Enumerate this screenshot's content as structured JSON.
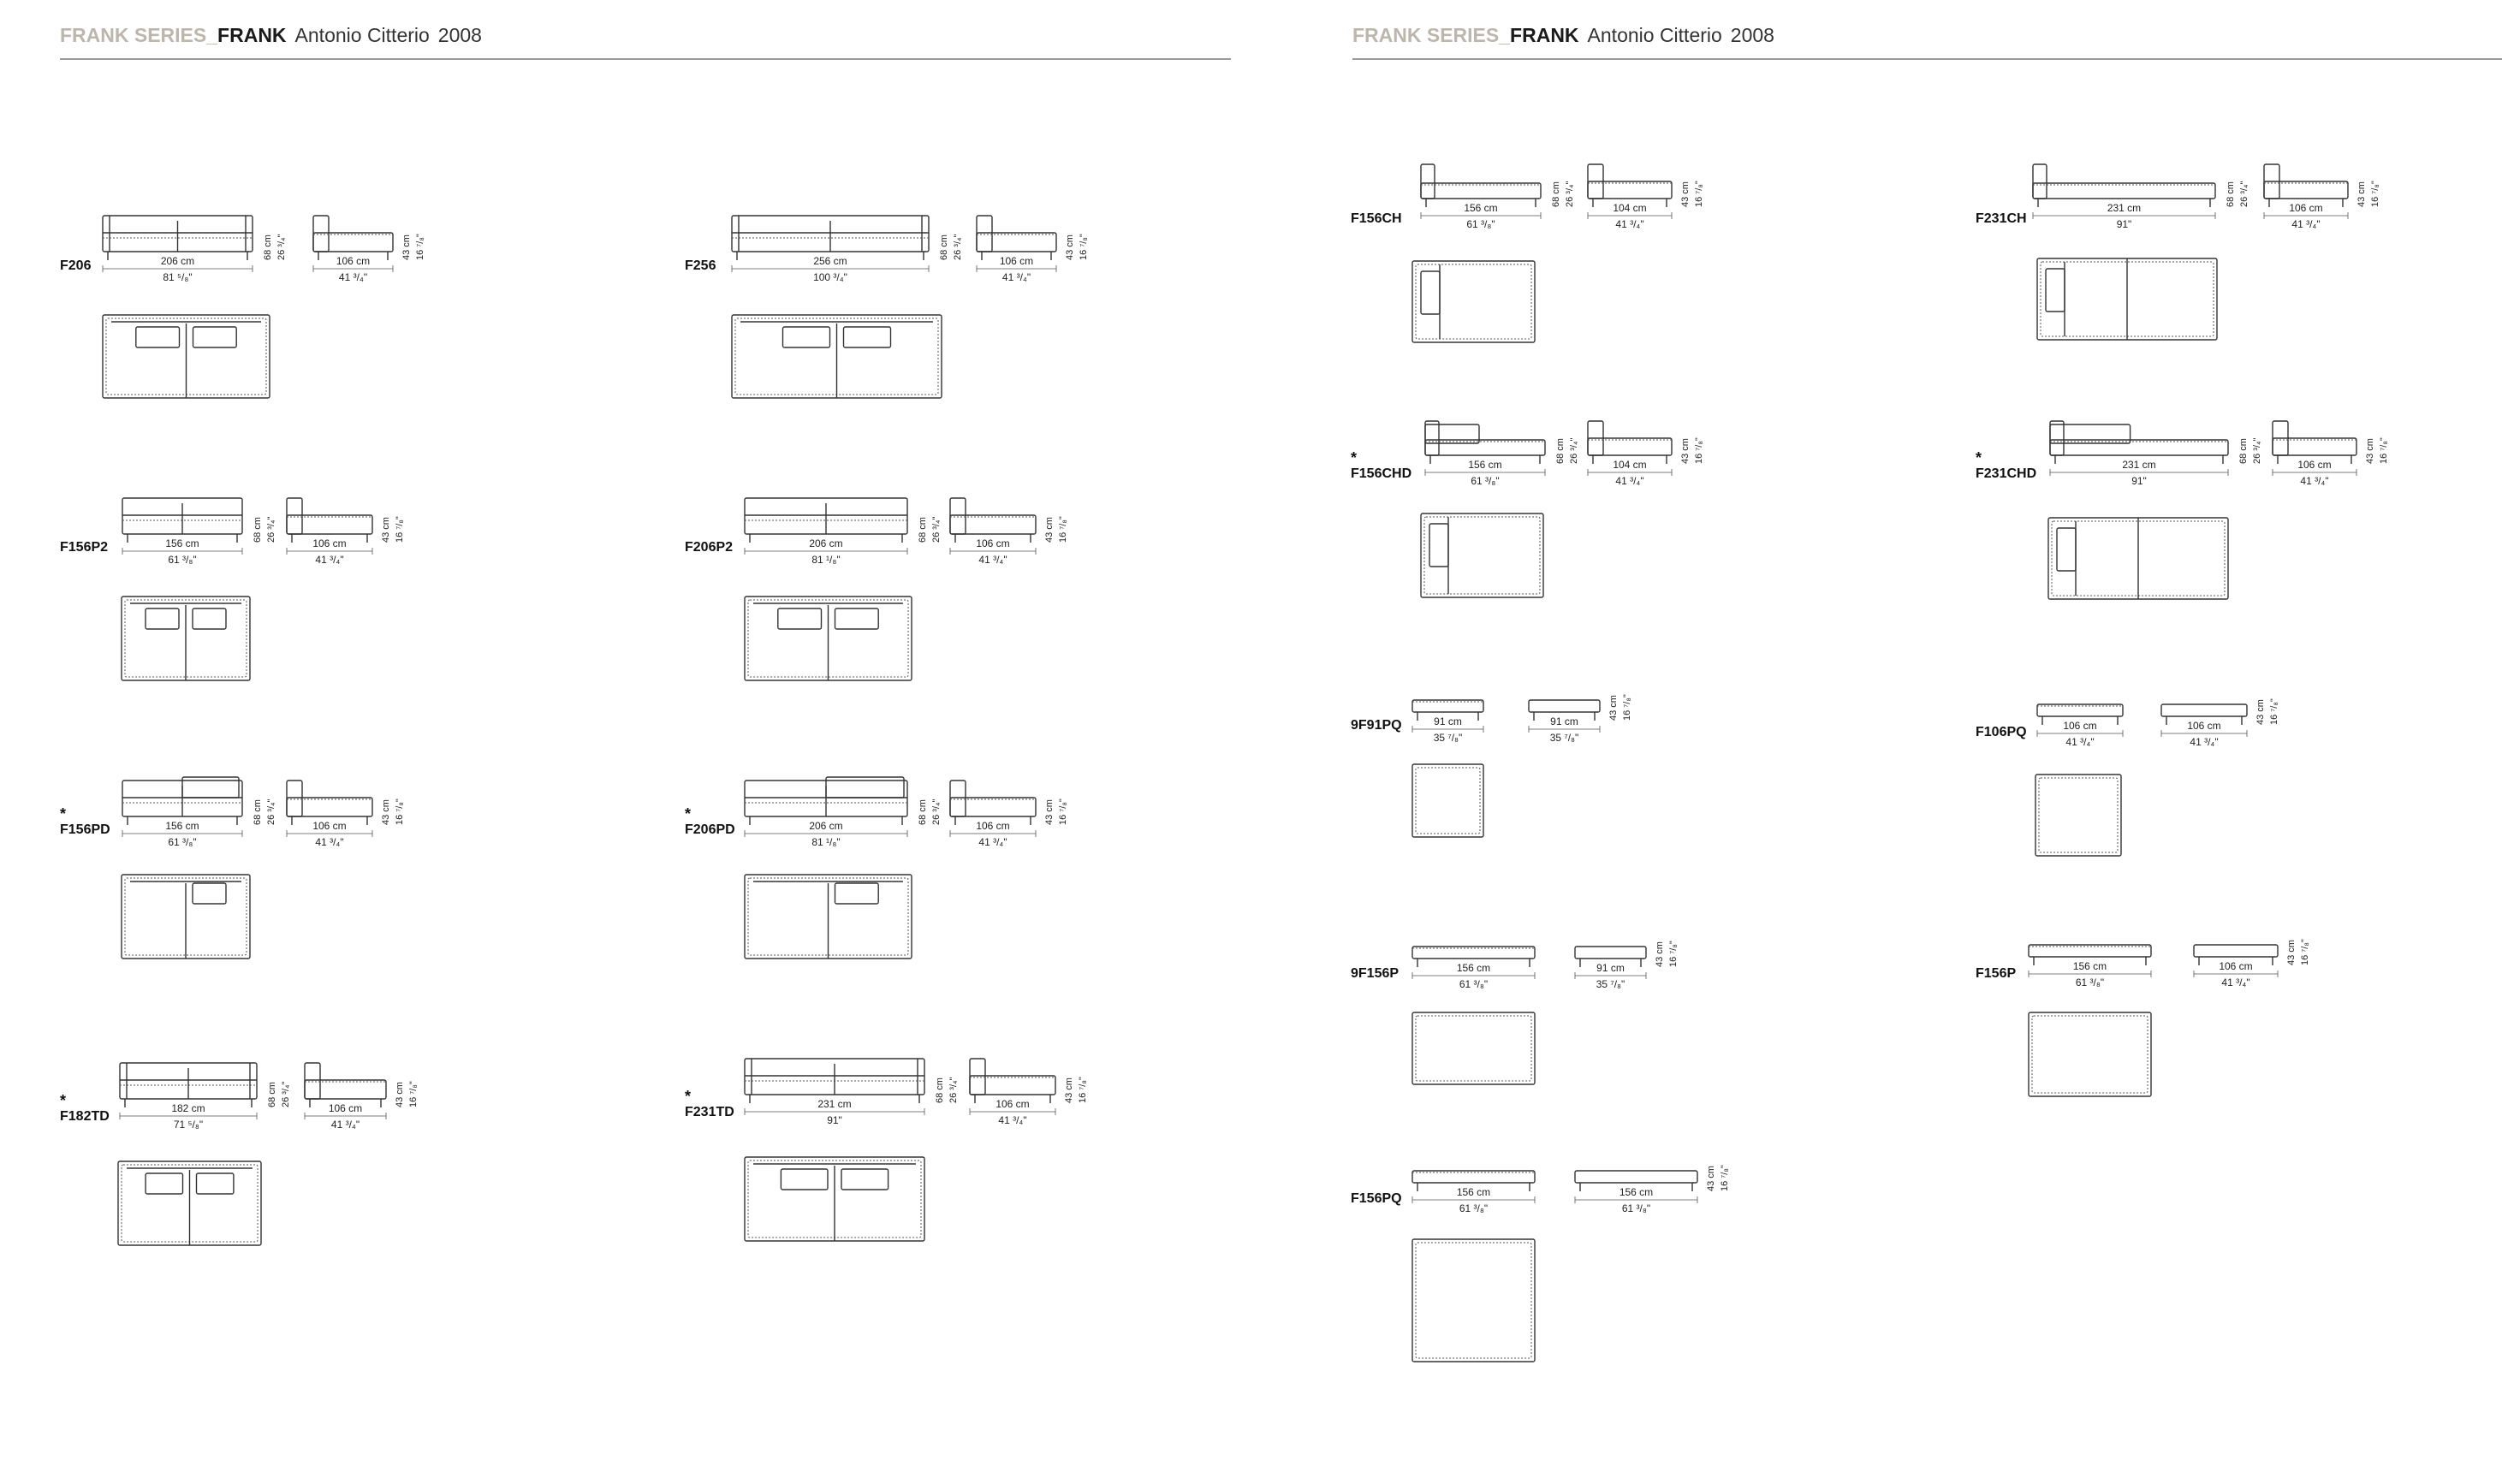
{
  "header_left": {
    "series": "FRANK SERIES_",
    "name": "FRANK",
    "designer": "Antonio Citterio",
    "year": "2008"
  },
  "header_right": {
    "series": "FRANK SERIES_",
    "name": "FRANK",
    "designer": "Antonio Citterio",
    "year": "2008"
  },
  "models": [
    {
      "code": "F206",
      "star": "",
      "w1": "206 cm",
      "w1in": "81 ⁵/₈\"",
      "h1": "68 cm",
      "h1in": "26 ³/₄\"",
      "w2": "106 cm",
      "w2in": "41 ³/₄\"",
      "h2": "43 cm",
      "h2in": "16 ⁷/₈\""
    },
    {
      "code": "F256",
      "star": "",
      "w1": "256 cm",
      "w1in": "100 ³/₄\"",
      "h1": "68 cm",
      "h1in": "26 ³/₄\"",
      "w2": "106 cm",
      "w2in": "41 ³/₄\"",
      "h2": "43 cm",
      "h2in": "16 ⁷/₈\""
    },
    {
      "code": "F156P2",
      "star": "",
      "w1": "156 cm",
      "w1in": "61 ³/₈\"",
      "h1": "68 cm",
      "h1in": "26 ³/₄\"",
      "w2": "106 cm",
      "w2in": "41 ³/₄\"",
      "h2": "43 cm",
      "h2in": "16 ⁷/₈\""
    },
    {
      "code": "F206P2",
      "star": "",
      "w1": "206 cm",
      "w1in": "81 ¹/₈\"",
      "h1": "68 cm",
      "h1in": "26 ³/₄\"",
      "w2": "106 cm",
      "w2in": "41 ³/₄\"",
      "h2": "43 cm",
      "h2in": "16 ⁷/₈\""
    },
    {
      "code": "F156PD",
      "star": "*",
      "w1": "156 cm",
      "w1in": "61 ³/₈\"",
      "h1": "68 cm",
      "h1in": "26 ³/₄\"",
      "w2": "106 cm",
      "w2in": "41 ³/₄\"",
      "h2": "43 cm",
      "h2in": "16 ⁷/₈\""
    },
    {
      "code": "F206PD",
      "star": "*",
      "w1": "206 cm",
      "w1in": "81 ¹/₈\"",
      "h1": "68 cm",
      "h1in": "26 ³/₄\"",
      "w2": "106 cm",
      "w2in": "41 ³/₄\"",
      "h2": "43 cm",
      "h2in": "16 ⁷/₈\""
    },
    {
      "code": "F182TD",
      "star": "*",
      "w1": "182 cm",
      "w1in": "71 ⁵/₈\"",
      "h1": "68 cm",
      "h1in": "26 ³/₄\"",
      "w2": "106 cm",
      "w2in": "41 ³/₄\"",
      "h2": "43 cm",
      "h2in": "16 ⁷/₈\""
    },
    {
      "code": "F231TD",
      "star": "*",
      "w1": "231 cm",
      "w1in": "91\"",
      "h1": "68 cm",
      "h1in": "26 ³/₄\"",
      "w2": "106 cm",
      "w2in": "41 ³/₄\"",
      "h2": "43 cm",
      "h2in": "16 ⁷/₈\""
    },
    {
      "code": "F156CH",
      "star": "",
      "w1": "156 cm",
      "w1in": "61 ³/₈\"",
      "h1": "68 cm",
      "h1in": "26 ³/₄\"",
      "w2": "104 cm",
      "w2in": "41 ³/₄\"",
      "h2": "43 cm",
      "h2in": "16 ⁷/₈\""
    },
    {
      "code": "F231CH",
      "star": "",
      "w1": "231 cm",
      "w1in": "91\"",
      "h1": "68 cm",
      "h1in": "26 ³/₄\"",
      "w2": "106 cm",
      "w2in": "41 ³/₄\"",
      "h2": "43 cm",
      "h2in": "16 ⁷/₈\""
    },
    {
      "code": "F156CHD",
      "star": "*",
      "w1": "156 cm",
      "w1in": "61 ³/₈\"",
      "h1": "68 cm",
      "h1in": "26 ³/₄\"",
      "w2": "104 cm",
      "w2in": "41 ³/₄\"",
      "h2": "43 cm",
      "h2in": "16 ⁷/₈\""
    },
    {
      "code": "F231CHD",
      "star": "*",
      "w1": "231 cm",
      "w1in": "91\"",
      "h1": "68 cm",
      "h1in": "26 ³/₄\"",
      "w2": "106 cm",
      "w2in": "41 ³/₄\"",
      "h2": "43 cm",
      "h2in": "16 ⁷/₈\""
    },
    {
      "code": "9F91PQ",
      "star": "",
      "w1": "91 cm",
      "w1in": "35 ⁷/₈\"",
      "h1": "",
      "h1in": "",
      "w2": "91 cm",
      "w2in": "35 ⁷/₈\"",
      "h2": "43 cm",
      "h2in": "16 ⁷/₈\""
    },
    {
      "code": "F106PQ",
      "star": "",
      "w1": "106 cm",
      "w1in": "41 ³/₄\"",
      "h1": "",
      "h1in": "",
      "w2": "106 cm",
      "w2in": "41 ³/₄\"",
      "h2": "43 cm",
      "h2in": "16 ⁷/₈\""
    },
    {
      "code": "9F156P",
      "star": "",
      "w1": "156 cm",
      "w1in": "61 ³/₈\"",
      "h1": "",
      "h1in": "",
      "w2": "91 cm",
      "w2in": "35 ⁷/₈\"",
      "h2": "43 cm",
      "h2in": "16 ⁷/₈\""
    },
    {
      "code": "F156P",
      "star": "",
      "w1": "156 cm",
      "w1in": "61 ³/₈\"",
      "h1": "",
      "h1in": "",
      "w2": "106 cm",
      "w2in": "41 ³/₄\"",
      "h2": "43 cm",
      "h2in": "16 ⁷/₈\""
    },
    {
      "code": "F156PQ",
      "star": "",
      "w1": "156 cm",
      "w1in": "61 ³/₈\"",
      "h1": "",
      "h1in": "",
      "w2": "156 cm",
      "w2in": "61 ³/₈\"",
      "h2": "43 cm",
      "h2in": "16 ⁷/₈\""
    }
  ]
}
